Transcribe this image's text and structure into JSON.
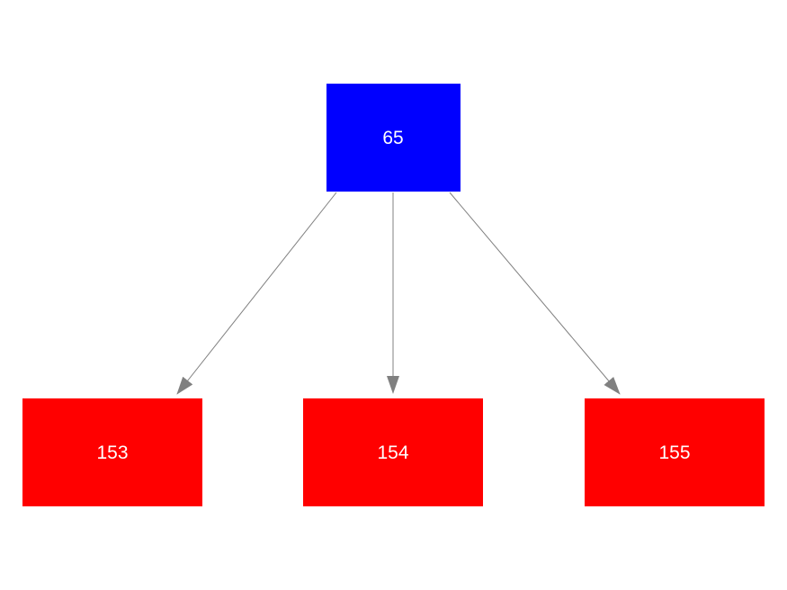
{
  "diagram": {
    "type": "tree",
    "root_id": "65",
    "nodes": [
      {
        "id": "65",
        "label": "65",
        "fill": "#0000ff",
        "text_color": "#ffffff"
      },
      {
        "id": "153",
        "label": "153",
        "fill": "#ff0000",
        "text_color": "#ffffff"
      },
      {
        "id": "154",
        "label": "154",
        "fill": "#ff0000",
        "text_color": "#ffffff"
      },
      {
        "id": "155",
        "label": "155",
        "fill": "#ff0000",
        "text_color": "#ffffff"
      }
    ],
    "edges": [
      {
        "from": "65",
        "to": "153"
      },
      {
        "from": "65",
        "to": "154"
      },
      {
        "from": "65",
        "to": "155"
      }
    ],
    "colors": {
      "edge": "#808080",
      "background": "#ffffff"
    }
  }
}
